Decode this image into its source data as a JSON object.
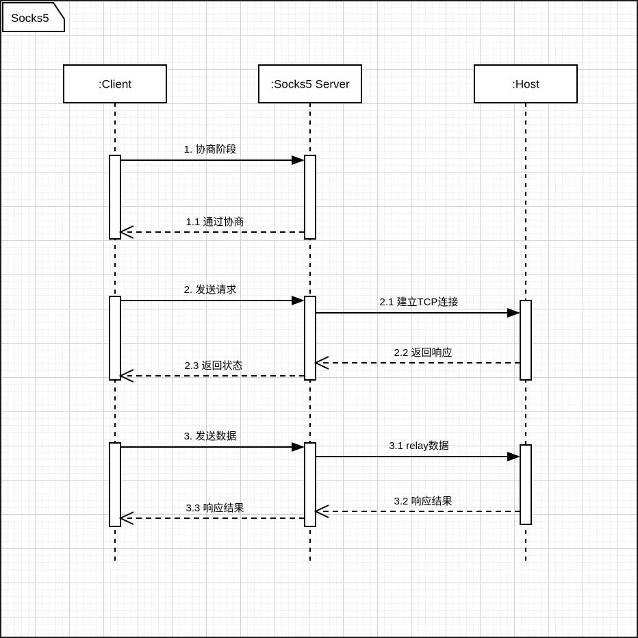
{
  "diagram": {
    "type": "uml-sequence-diagram",
    "frame_label": "Socks5",
    "background": {
      "minor_grid_color": "#f2f2f2",
      "major_grid_color": "#d4d4d4",
      "border_color": "#1a1a1a",
      "canvas_color": "#ffffff"
    },
    "stroke_color": "#000000",
    "participants": [
      {
        "id": "client",
        "label": ":Client"
      },
      {
        "id": "server",
        "label": ":Socks5 Server"
      },
      {
        "id": "host",
        "label": ":Host"
      }
    ],
    "messages": [
      {
        "id": "m1",
        "label": "1. 协商阶段",
        "from": "client",
        "to": "server",
        "style": "solid",
        "arrow": "filled"
      },
      {
        "id": "m1_1",
        "label": "1.1 通过协商",
        "from": "server",
        "to": "client",
        "style": "dashed",
        "arrow": "open"
      },
      {
        "id": "m2",
        "label": "2. 发送请求",
        "from": "client",
        "to": "server",
        "style": "solid",
        "arrow": "filled"
      },
      {
        "id": "m2_1",
        "label": "2.1 建立TCP连接",
        "from": "server",
        "to": "host",
        "style": "solid",
        "arrow": "filled"
      },
      {
        "id": "m2_2",
        "label": "2.2 返回响应",
        "from": "host",
        "to": "server",
        "style": "dashed",
        "arrow": "open"
      },
      {
        "id": "m2_3",
        "label": "2.3 返回状态",
        "from": "server",
        "to": "client",
        "style": "dashed",
        "arrow": "open"
      },
      {
        "id": "m3",
        "label": "3. 发送数据",
        "from": "client",
        "to": "server",
        "style": "solid",
        "arrow": "filled"
      },
      {
        "id": "m3_1",
        "label": "3.1 relay数据",
        "from": "server",
        "to": "host",
        "style": "solid",
        "arrow": "filled"
      },
      {
        "id": "m3_2",
        "label": "3.2 响应结果",
        "from": "host",
        "to": "server",
        "style": "dashed",
        "arrow": "open"
      },
      {
        "id": "m3_3",
        "label": "3.3 响应结果",
        "from": "server",
        "to": "client",
        "style": "dashed",
        "arrow": "open"
      }
    ]
  }
}
